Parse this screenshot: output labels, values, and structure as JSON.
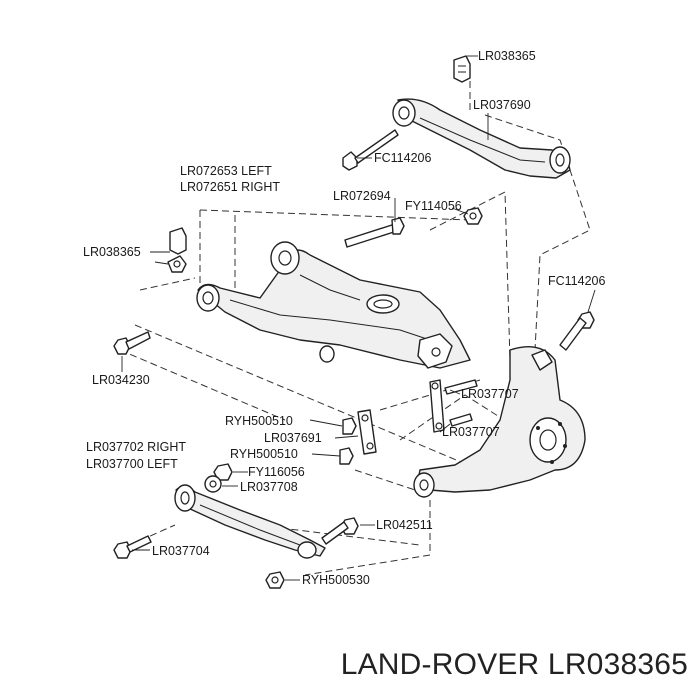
{
  "title": "LAND-ROVER LR038365",
  "labels": {
    "lr038365_top": "LR038365",
    "lr037690": "LR037690",
    "fc114206_top": "FC114206",
    "lr072653": "LR072653 LEFT",
    "lr072651": "LR072651 RIGHT",
    "lr072694": "LR072694",
    "fy114056": "FY114056",
    "lr038365_left": "LR038365",
    "fc114206_right": "FC114206",
    "lr034230": "LR034230",
    "lr037707_a": "LR037707",
    "ryh500510_a": "RYH500510",
    "lr037707_b": "LR037707",
    "lr037691": "LR037691",
    "lr037702": "LR037702 RIGHT",
    "ryh500510_b": "RYH500510",
    "lr037700": "LR037700 LEFT",
    "fy116056": "FY116056",
    "lr037708": "LR037708",
    "lr042511": "LR042511",
    "lr037704": "LR037704",
    "ryh500530": "RYH500530"
  }
}
